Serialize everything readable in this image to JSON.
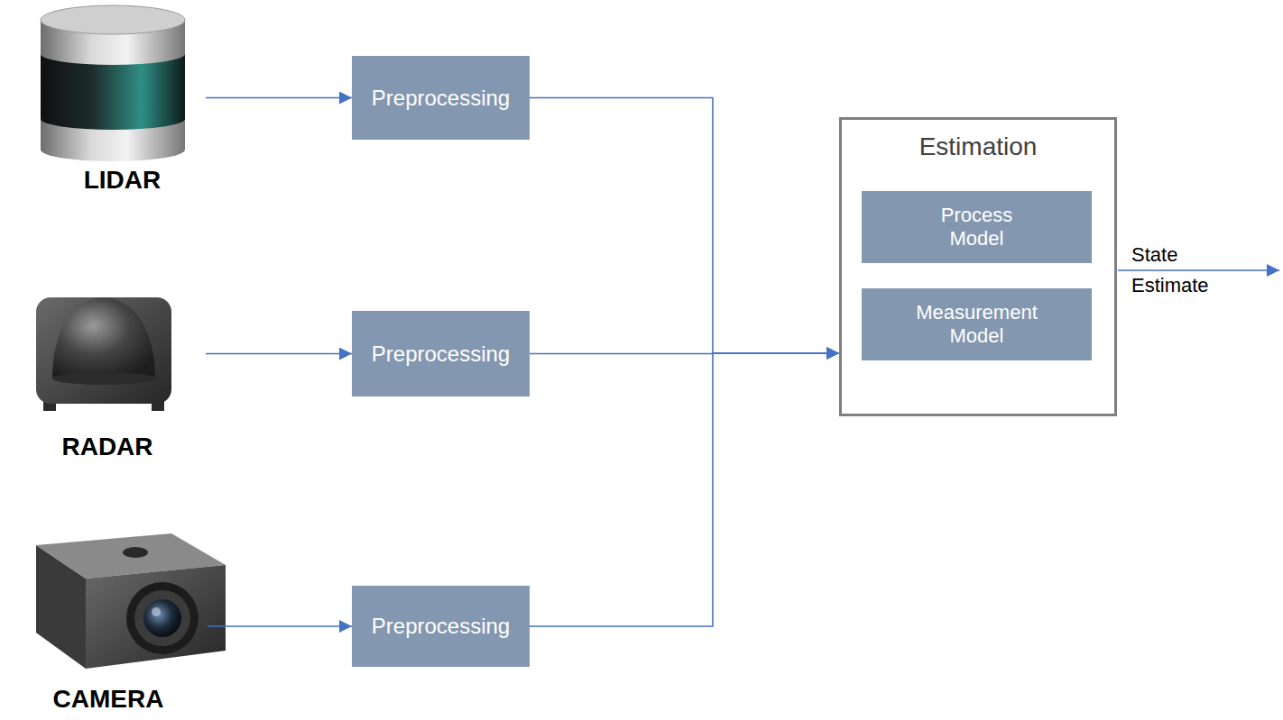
{
  "diagram": {
    "nodes": [
      {
        "text": [
          "LIDAR"
        ]
      },
      {
        "text": [
          "Preprocessing"
        ]
      },
      {
        "text": [
          "RADAR"
        ]
      },
      {
        "text": [
          "Preprocessing"
        ]
      },
      {
        "text": [
          "CAMERA"
        ]
      },
      {
        "text": [
          "Preprocessing"
        ]
      },
      {
        "text": [
          "Estimation"
        ]
      },
      {
        "text": [
          "Process Model"
        ],
        "in": 6
      },
      {
        "text": [
          "Measurement Model"
        ],
        "in": 6
      }
    ],
    "edges": [
      {
        "from": 0,
        "to": 1,
        "arrow": "to"
      },
      {
        "from": 2,
        "to": 3,
        "arrow": "to"
      },
      {
        "from": 4,
        "to": 5,
        "arrow": "to"
      },
      {
        "from": 1,
        "to": 6,
        "arrow": "to"
      },
      {
        "from": 3,
        "to": 6,
        "arrow": "to"
      },
      {
        "from": 5,
        "to": 6,
        "arrow": "to"
      }
    ],
    "labels": [
      "State Estimate"
    ]
  }
}
